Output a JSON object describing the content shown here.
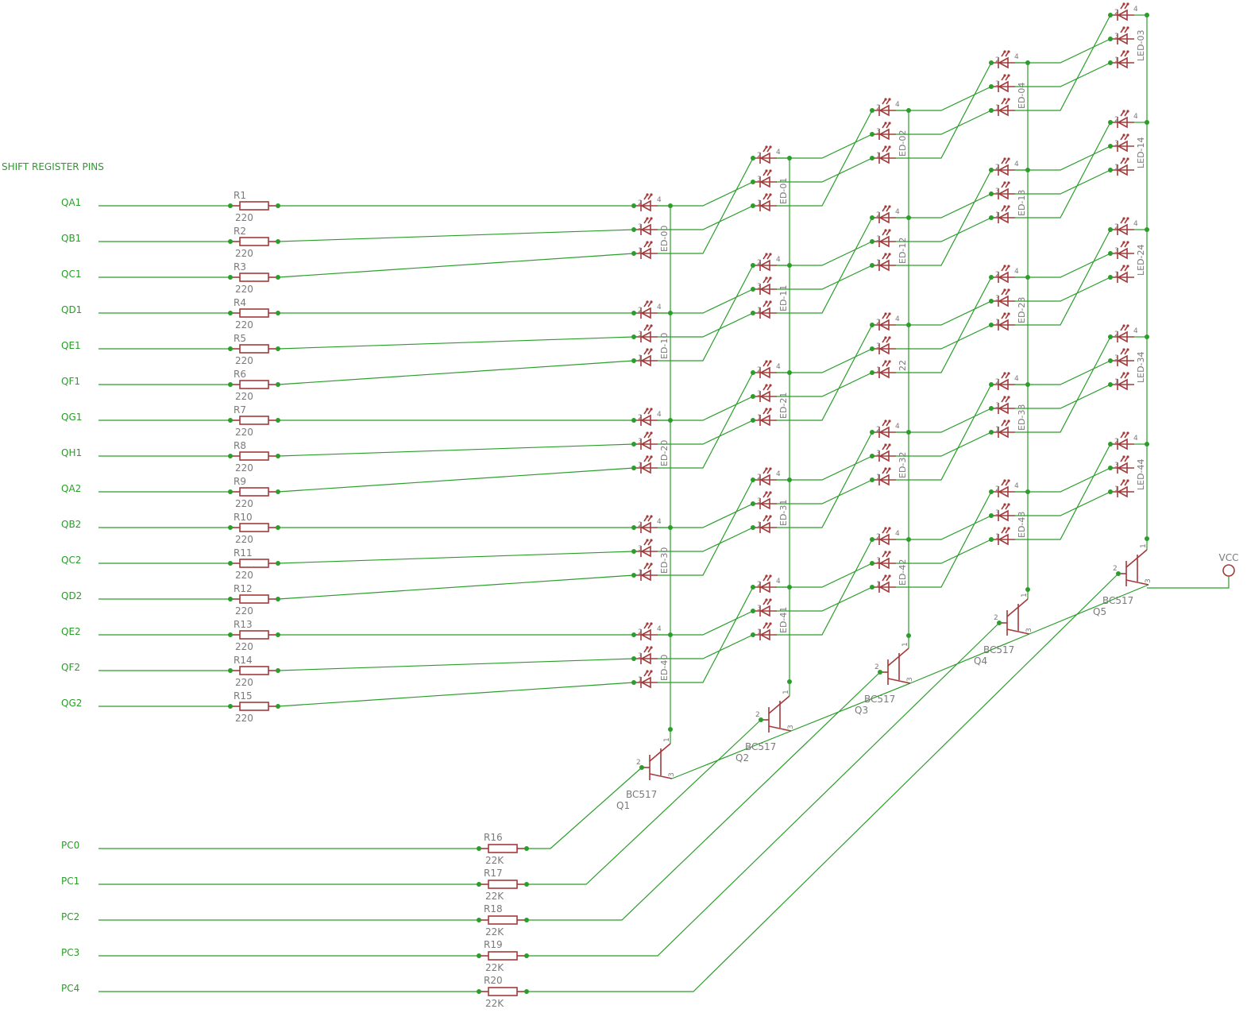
{
  "schematic": {
    "section_title": "SHIFT REGISTER PINS",
    "shift_inputs": [
      {
        "pin": "QA1",
        "res": "R1",
        "val": "220"
      },
      {
        "pin": "QB1",
        "res": "R2",
        "val": "220"
      },
      {
        "pin": "QC1",
        "res": "R3",
        "val": "220"
      },
      {
        "pin": "QD1",
        "res": "R4",
        "val": "220"
      },
      {
        "pin": "QE1",
        "res": "R5",
        "val": "220"
      },
      {
        "pin": "QF1",
        "res": "R6",
        "val": "220"
      },
      {
        "pin": "QG1",
        "res": "R7",
        "val": "220"
      },
      {
        "pin": "QH1",
        "res": "R8",
        "val": "220"
      },
      {
        "pin": "QA2",
        "res": "R9",
        "val": "220"
      },
      {
        "pin": "QB2",
        "res": "R10",
        "val": "220"
      },
      {
        "pin": "QC2",
        "res": "R11",
        "val": "220"
      },
      {
        "pin": "QD2",
        "res": "R12",
        "val": "220"
      },
      {
        "pin": "QE2",
        "res": "R13",
        "val": "220"
      },
      {
        "pin": "QF2",
        "res": "R14",
        "val": "220"
      },
      {
        "pin": "QG2",
        "res": "R15",
        "val": "220"
      }
    ],
    "control_inputs": [
      {
        "pin": "PC0",
        "res": "R16",
        "val": "22K"
      },
      {
        "pin": "PC1",
        "res": "R17",
        "val": "22K"
      },
      {
        "pin": "PC2",
        "res": "R18",
        "val": "22K"
      },
      {
        "pin": "PC3",
        "res": "R19",
        "val": "22K"
      },
      {
        "pin": "PC4",
        "res": "R20",
        "val": "22K"
      }
    ],
    "leds": [
      [
        "ED-00",
        "ED-10",
        "ED-20",
        "ED-30",
        "ED-40"
      ],
      [
        "ED-01",
        "ED-11",
        "ED-21",
        "ED-31",
        "ED-41"
      ],
      [
        "ED-02",
        "ED-12",
        "22",
        "ED-32",
        "ED-42"
      ],
      [
        "ED-04",
        "ED-13",
        "ED-23",
        "ED-33",
        "ED-43"
      ],
      [
        "LED-03",
        "LED-14",
        "LED-24",
        "LED-34",
        "LED-44"
      ]
    ],
    "led_pin_labels": [
      "2",
      "3",
      "1",
      "4"
    ],
    "transistors": [
      {
        "name": "Q1",
        "type": "BC517"
      },
      {
        "name": "Q2",
        "type": "BC517"
      },
      {
        "name": "Q3",
        "type": "BC517"
      },
      {
        "name": "Q4",
        "type": "BC517"
      },
      {
        "name": "Q5",
        "type": "BC517"
      }
    ],
    "transistor_pin_labels": [
      "1",
      "2",
      "3"
    ],
    "supply": "VCC"
  },
  "colors": {
    "wire": "#2a9d2a",
    "part": "#a33a3a",
    "label": "#7a7a7a"
  }
}
